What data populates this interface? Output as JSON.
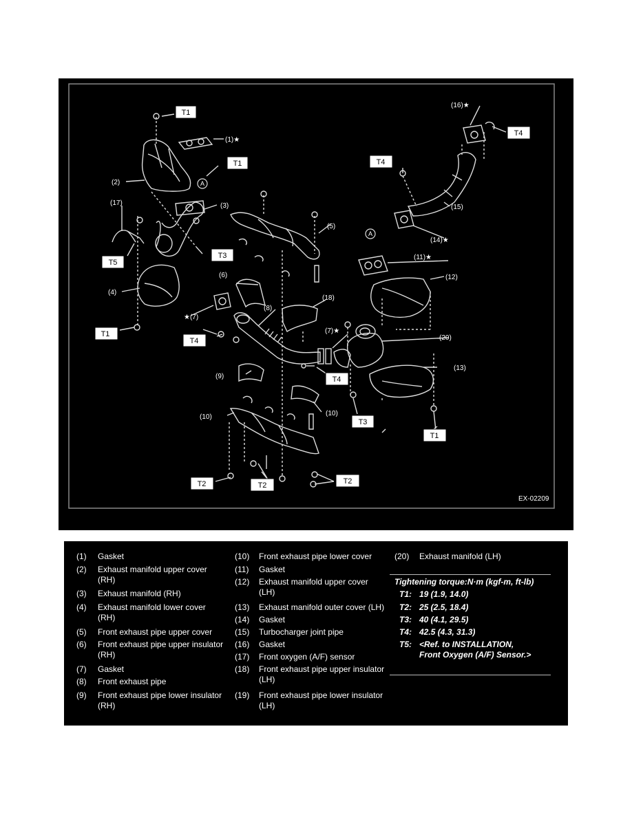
{
  "diagram": {
    "code": "EX-02209",
    "torque_boxes": [
      {
        "label": "T1"
      },
      {
        "label": "T1"
      },
      {
        "label": "T1"
      },
      {
        "label": "T1"
      },
      {
        "label": "T2"
      },
      {
        "label": "T2"
      },
      {
        "label": "T2"
      },
      {
        "label": "T3"
      },
      {
        "label": "T3"
      },
      {
        "label": "T4"
      },
      {
        "label": "T4"
      },
      {
        "label": "T4"
      },
      {
        "label": "T4"
      },
      {
        "label": "T5"
      }
    ],
    "callouts": [
      "(1)★",
      "(2)",
      "(3)",
      "(4)",
      "(5)",
      "(6)",
      "★(7)",
      "(7)★",
      "(8)",
      "(9)",
      "(10)",
      "(10)",
      "(11)★",
      "(12)",
      "(13)",
      "(14)★",
      "(15)",
      "(16)★",
      "(17)",
      "(18)",
      "(20)"
    ],
    "ref_marks": [
      "A",
      "A"
    ]
  },
  "legend": {
    "col1": [
      {
        "num": "(1)",
        "text": "Gasket"
      },
      {
        "num": "(2)",
        "text": "Exhaust manifold upper cover",
        "text2": "(RH)"
      },
      {
        "num": "(3)",
        "text": "Exhaust manifold (RH)"
      },
      {
        "num": "(4)",
        "text": "Exhaust manifold lower cover",
        "text2": "(RH)"
      },
      {
        "num": "(5)",
        "text": "Front exhaust pipe upper cover"
      },
      {
        "num": "(6)",
        "text": "Front exhaust pipe upper insulator",
        "text2": "(RH)"
      },
      {
        "num": "(7)",
        "text": "Gasket"
      },
      {
        "num": "(8)",
        "text": "Front exhaust pipe"
      },
      {
        "num": "(9)",
        "text": "Front exhaust pipe lower insulator",
        "text2": "(RH)"
      }
    ],
    "col2": [
      {
        "num": "(10)",
        "text": "Front exhaust pipe lower cover"
      },
      {
        "num": "(11)",
        "text": "Gasket"
      },
      {
        "num": "(12)",
        "text": "Exhaust manifold upper cover",
        "text2": "(LH)"
      },
      {
        "num": "(13)",
        "text": "Exhaust manifold outer cover (LH)"
      },
      {
        "num": "(14)",
        "text": "Gasket"
      },
      {
        "num": "(15)",
        "text": "Turbocharger joint pipe"
      },
      {
        "num": "(16)",
        "text": "Gasket"
      },
      {
        "num": "(17)",
        "text": "Front oxygen (A/F) sensor"
      },
      {
        "num": "(18)",
        "text": "Front exhaust pipe upper insulator",
        "text2": "(LH)"
      },
      {
        "num": "(19)",
        "text": "Front exhaust pipe lower insulator",
        "text2": "(LH)"
      }
    ],
    "col3": [
      {
        "num": "(20)",
        "text": "Exhaust manifold (LH)"
      }
    ]
  },
  "torque": {
    "title": "Tightening torque:N·m (kgf-m, ft-lb)",
    "items": [
      {
        "key": "T1:",
        "value": "19 (1.9, 14.0)"
      },
      {
        "key": "T2:",
        "value": "25 (2.5, 18.4)"
      },
      {
        "key": "T3:",
        "value": "40 (4.1, 29.5)"
      },
      {
        "key": "T4:",
        "value": "42.5 (4.3, 31.3)"
      },
      {
        "key": "T5:",
        "value": "<Ref. to INSTALLATION,",
        "value2": "Front Oxygen (A/F) Sensor.>"
      }
    ]
  }
}
